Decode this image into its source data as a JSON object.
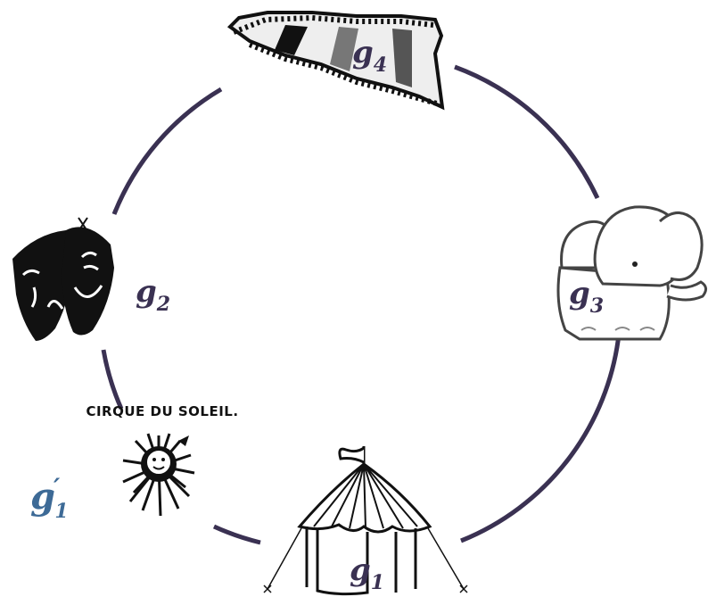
{
  "colors": {
    "ring": "#3a3152",
    "label_dark": "#3a3152",
    "label_blue": "#3d6a96",
    "ink": "#111111"
  },
  "nodes": {
    "film": {
      "label": "g",
      "subscript": "4",
      "icon": "film-strip-icon"
    },
    "masks": {
      "label": "g",
      "subscript": "2",
      "icon": "theater-masks-icon"
    },
    "elephant": {
      "label": "g",
      "subscript": "3",
      "icon": "elephant-icon"
    },
    "tent": {
      "label": "g",
      "subscript": "1",
      "icon": "circus-tent-icon"
    },
    "cirque": {
      "label": "g",
      "prime": "′",
      "subscript": "1",
      "logo_text": "CIRQUE DU SOLEIL.",
      "icon": "sun-face-logo-icon"
    }
  }
}
